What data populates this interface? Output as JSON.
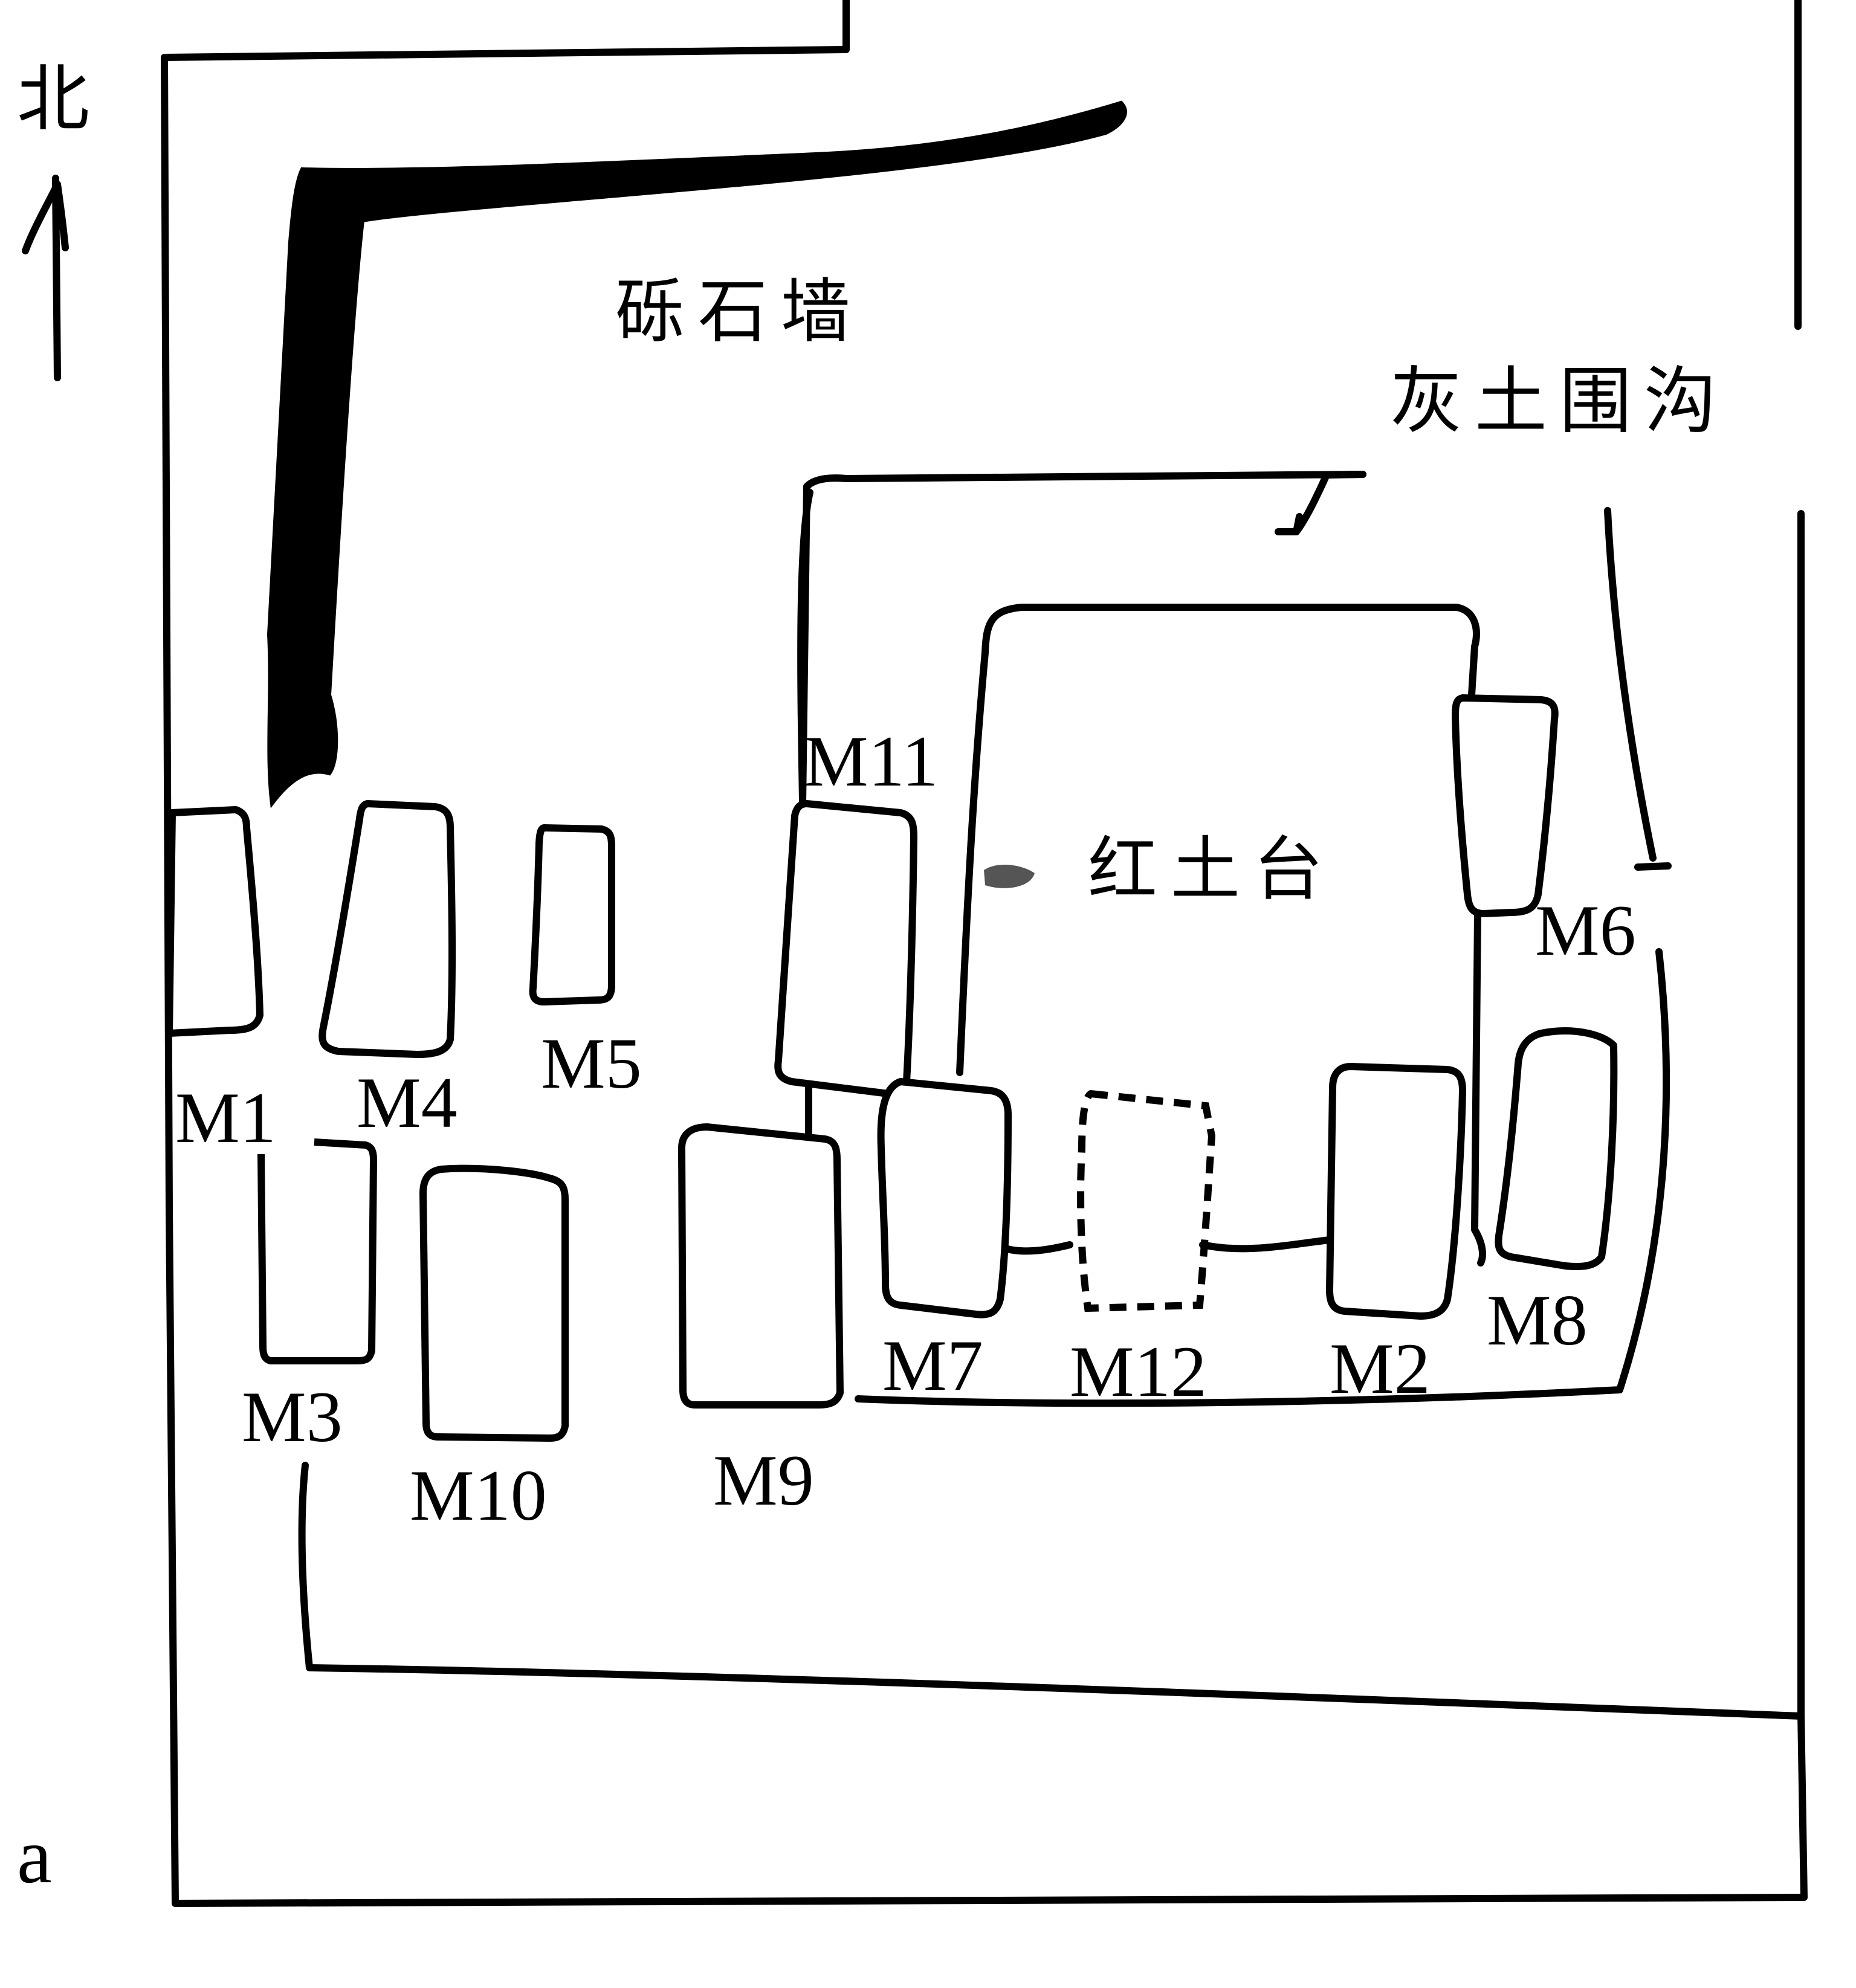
{
  "north_label": "北",
  "figure_letter": "a",
  "features": {
    "gravel_wall": "砾石墙",
    "ash_ditch": "灰土围沟",
    "red_platform": "红土台"
  },
  "tombs": {
    "m1": "M1",
    "m2": "M2",
    "m3": "M3",
    "m4": "M4",
    "m5": "M5",
    "m6": "M6",
    "m7": "M7",
    "m8": "M8",
    "m9": "M9",
    "m10": "M10",
    "m11": "M11",
    "m12": "M12"
  },
  "colors": {
    "ink": "#000000",
    "paper": "#ffffff"
  }
}
